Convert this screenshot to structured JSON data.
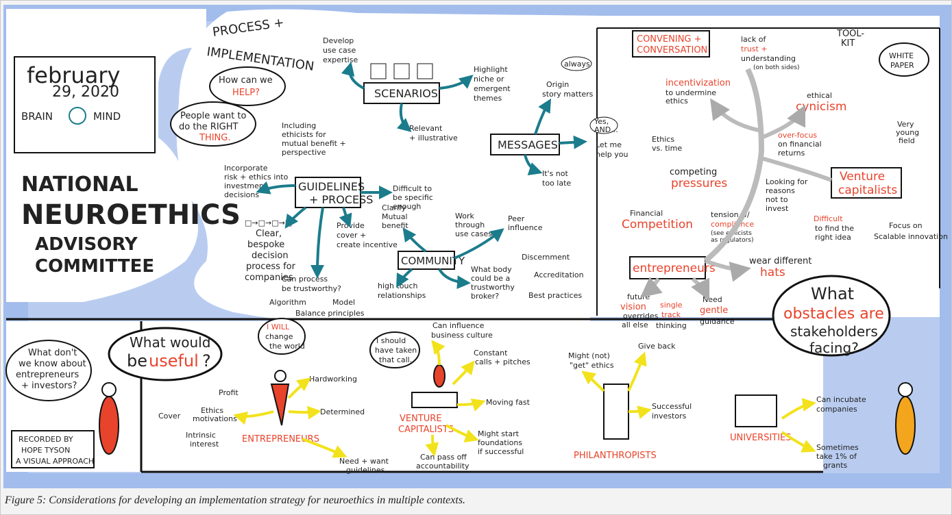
{
  "caption": "Figure 5: Considerations for developing an implementation strategy for neuroethics in multiple contexts.",
  "colors": {
    "accent_red": "#e8432b",
    "arrow_teal": "#1b7c8c",
    "arrow_yellow": "#f2e21b",
    "wash_blue": "#b9ccf0"
  },
  "left": {
    "date_month": "february",
    "date_year": "29, 2020",
    "brand_left": "BRAIN",
    "brand_right": "MIND",
    "title_line1": "NATIONAL",
    "title_line2": "NEUROETHICS",
    "title_line3": "ADVISORY",
    "title_line4": "COMMITTEE"
  },
  "process": {
    "title_line1": "PROCESS +",
    "title_line2": "IMPLEMENTATION",
    "help_line1": "How can we",
    "help_line2": "HELP?",
    "right_line1": "People want to",
    "right_line2": "do the RIGHT",
    "right_line3": "THING.",
    "scenarios": "SCENARIOS",
    "develop_1": "Develop",
    "develop_2": "use case",
    "develop_3": "expertise",
    "highlight_1": "Highlight",
    "highlight_2": "niche or",
    "highlight_3": "emergent",
    "highlight_4": "themes",
    "relevant_1": "Relevant",
    "relevant_2": "+ illustrative",
    "messages": "MESSAGES",
    "always": "always",
    "origin_1": "Origin",
    "origin_2": "story matters",
    "yes": "Yes,",
    "and": "AND...",
    "letme_1": "Let me",
    "letme_2": "help you",
    "late_1": "It's not",
    "late_2": "too late",
    "guidelines_1": "GUIDELINES",
    "guidelines_2": "+ PROCESS",
    "including_1": "Including",
    "including_2": "ethicists for",
    "including_3": "mutual benefit +",
    "including_4": "perspective",
    "incorp_1": "Incorporate",
    "incorp_2": "risk + ethics into",
    "incorp_3": "investment",
    "incorp_4": "decisions",
    "difficult_1": "Difficult to",
    "difficult_2": "be specific",
    "difficult_3": "enough",
    "steps": "□→□→□→□",
    "clear_1": "Clear,",
    "clear_2": "bespoke",
    "clear_3": "decision",
    "clear_4": "process for",
    "clear_5": "companies",
    "provide_1": "Provide",
    "provide_2": "cover +",
    "provide_3": "create incentive",
    "canproc_1": "Can process",
    "canproc_2": "be trustworthy?",
    "algorithm": "Algorithm",
    "model": "Model",
    "balance_1": "Balance principles",
    "community": "COMMUNITY",
    "clarify_1": "Clarify",
    "clarify_2": "Mutual",
    "clarify_3": "benefit",
    "work_1": "Work",
    "work_2": "through",
    "work_3": "use cases",
    "peer_1": "Peer",
    "peer_2": "influence",
    "hightouch_1": "high touch",
    "hightouch_2": "relationships",
    "body_1": "What body",
    "body_2": "could be a",
    "body_3": "trustworthy",
    "body_4": "broker?",
    "discernment": "Discernment",
    "accreditation": "Accreditation",
    "best": "Best practices"
  },
  "right": {
    "convening_1": "CONVENING +",
    "convening_2": "CONVERSATION",
    "lack_1": "lack of",
    "lack_2": "trust +",
    "lack_3": "understanding",
    "lack_4": "(on both sides)",
    "toolkit_1": "TOOL-",
    "toolkit_2": "KIT",
    "whitepaper_1": "WHITE",
    "whitepaper_2": "PAPER",
    "incent_1": "incentivization",
    "incent_2": "to undermine",
    "incent_3": "ethics",
    "ethical_1": "ethical",
    "ethical_2": "cynicism",
    "young_1": "Very",
    "young_2": "young",
    "young_3": "field",
    "overfocus_1": "over-focus",
    "overfocus_2": "on financial",
    "overfocus_3": "returns",
    "ethicstime_1": "Ethics",
    "ethicstime_2": "vs. time",
    "competing_1": "competing",
    "competing_2": "pressures",
    "vc_1": "Venture",
    "vc_2": "capitalists",
    "looking_1": "Looking for",
    "looking_2": "reasons",
    "looking_3": "not to",
    "looking_4": "invest",
    "financial_1": "Financial",
    "financial_2": "Competition",
    "tension_1": "tension w/",
    "tension_2": "compliance",
    "tension_3": "(see ethicists",
    "tension_4": "as regulators)",
    "diffidea_1": "Difficult",
    "diffidea_2": "to find the",
    "diffidea_3": "right idea",
    "focus_1": "Focus on",
    "focus_2": "Scalable innovation",
    "entrepreneurs": "entrepreneurs",
    "wear_1": "wear different",
    "wear_2": "hats",
    "future_1": "future",
    "future_2": "vision",
    "future_3": "overrides",
    "future_4": "all else",
    "single_1": "single",
    "single_2": "track",
    "single_3": "thinking",
    "need_1": "Need",
    "need_2": "gentle",
    "need_3": "guidance"
  },
  "obstacles": {
    "line1": "What",
    "line2": "obstacles are",
    "line3": "stakeholders",
    "line4": "facing?"
  },
  "bottom": {
    "dontknow_1": "What don't",
    "dontknow_2": "we know about",
    "dontknow_3": "entrepreneurs",
    "dontknow_4": "+ investors?",
    "recorded_1": "RECORDED BY",
    "recorded_2": "HOPE TYSON",
    "recorded_3": "A VISUAL APPROACH",
    "useful_1": "What would",
    "useful_2": "be",
    "useful_3": "useful",
    "useful_4": "?",
    "willchange_1": "I WILL",
    "willchange_2": "change",
    "willchange_3": "the world",
    "entrepreneurs": "ENTREPRENEURS",
    "hardworking": "Hardworking",
    "determined": "Determined",
    "needwant_1": "Need + want",
    "needwant_2": "guidelines",
    "profit": "Profit",
    "ethicsmot_1": "Ethics",
    "ethicsmot_2": "motivations",
    "cover": "Cover",
    "intrinsic_1": "Intrinsic",
    "intrinsic_2": "interest",
    "should_1": "I should",
    "should_2": "have taken",
    "should_3": "that call.",
    "influence_1": "Can influence",
    "influence_2": "business culture",
    "vc_1": "VENTURE",
    "vc_2": "CAPITALISTS",
    "constant_1": "Constant",
    "constant_2": "calls + pitches",
    "moving": "Moving fast",
    "mightstart_1": "Might start",
    "mightstart_2": "foundations",
    "mightstart_3": "if successful",
    "passoff_1": "Can pass off",
    "passoff_2": "accountability",
    "mightnot_1": "Might (not)",
    "mightnot_2": "\"get\" ethics",
    "giveback": "Give back",
    "successful_1": "Successful",
    "successful_2": "investors",
    "philanthropists": "PHILANTHROPISTS",
    "universities": "UNIVERSITIES",
    "incubate_1": "Can incubate",
    "incubate_2": "companies",
    "sometimes_1": "Sometimes",
    "sometimes_2": "take 1% of",
    "sometimes_3": "grants"
  }
}
